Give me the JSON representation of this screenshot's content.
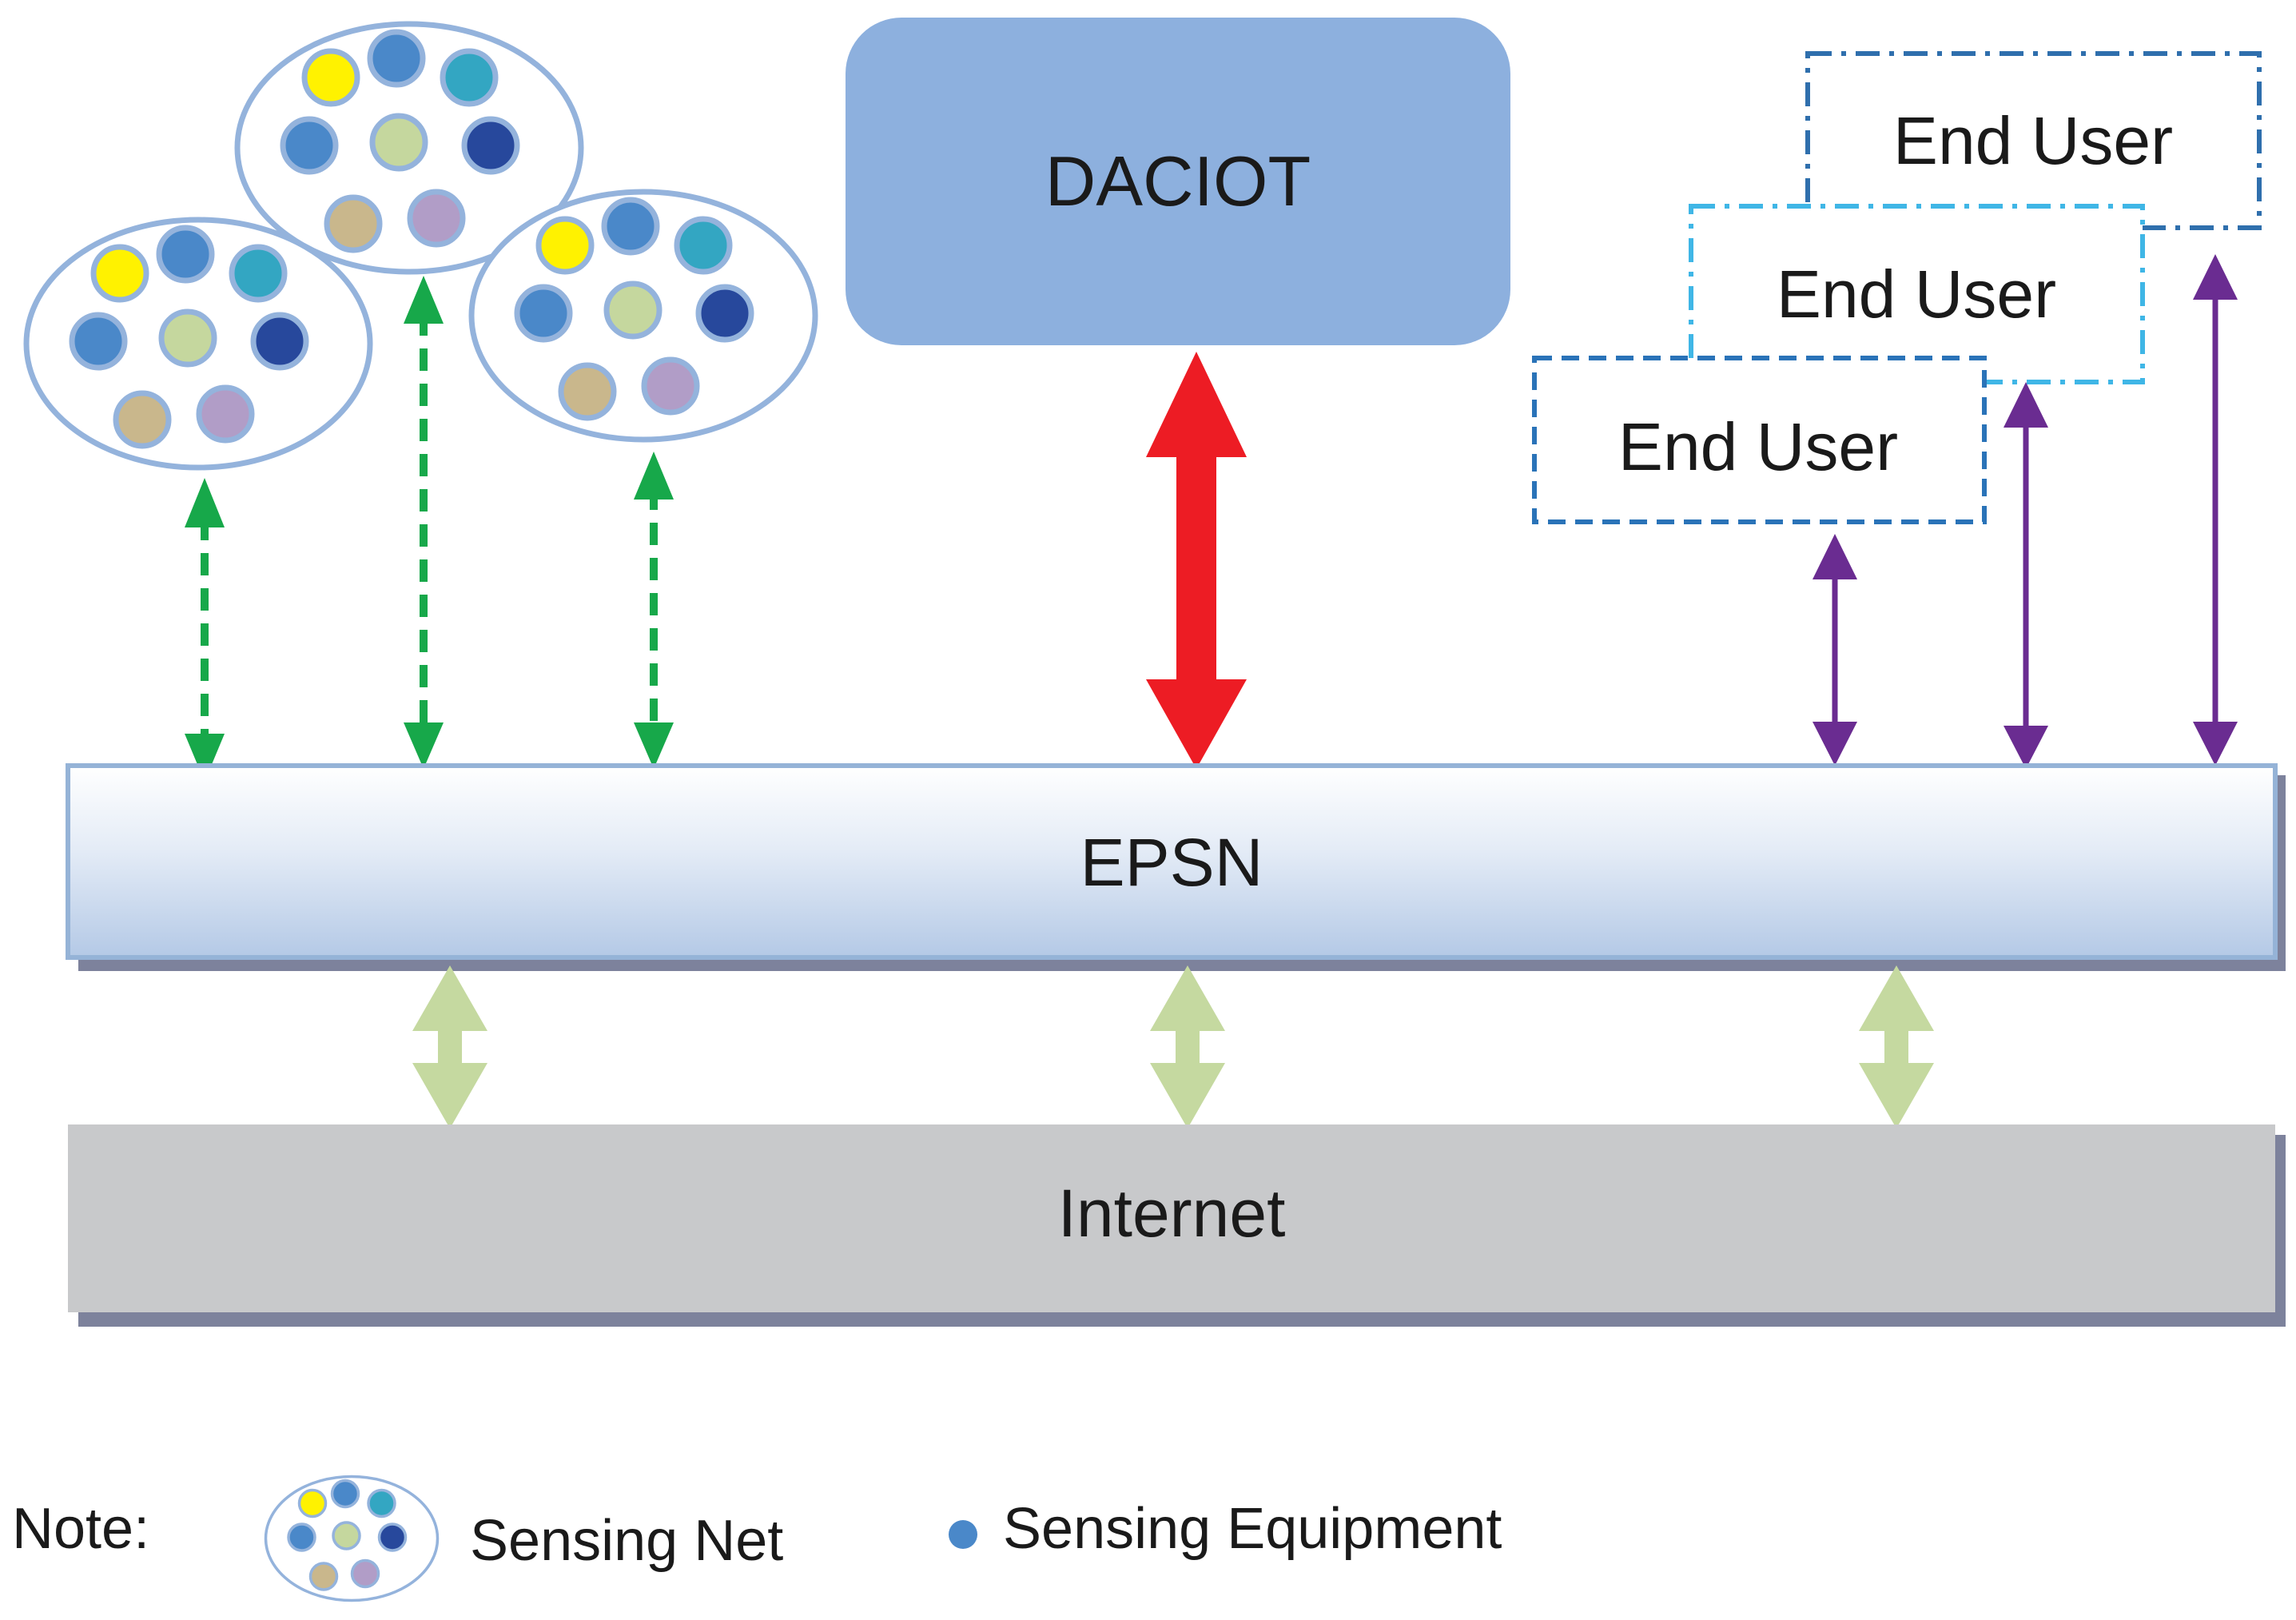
{
  "nodes": {
    "daciot": "DACIOT",
    "epsn": "EPSN",
    "internet": "Internet",
    "end_users": [
      "End User",
      "End User",
      "End User"
    ]
  },
  "legend": {
    "note": "Note:",
    "sensing_net": "Sensing Net",
    "sensing_equipment": "Sensing Equipment"
  },
  "colors": {
    "ellipse_stroke": "#94b3dc",
    "daciot_fill": "#8db0de",
    "epsn_border": "#95b3d7",
    "internet_fill": "#c8c9cb",
    "shadow": "#7d829c",
    "green_arrow": "#17a84a",
    "red_arrow": "#ed1c24",
    "purple_arrow": "#6a2c91",
    "pale_arrow": "#c5d9a0",
    "end_user_dash_1": "#2f6fad",
    "end_user_dash_2": "#3fb6e6",
    "end_user_dash_3": "#2a73b8"
  }
}
